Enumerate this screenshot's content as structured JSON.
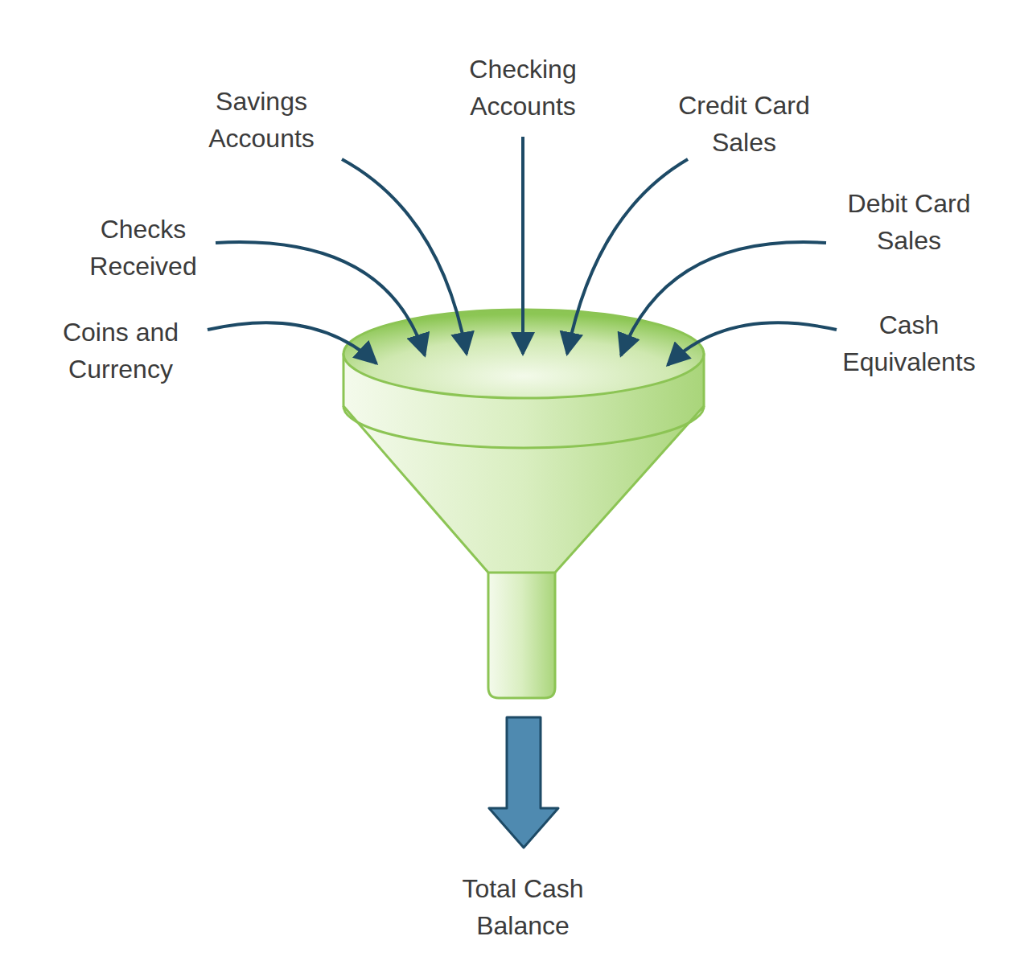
{
  "diagram": {
    "labels": [
      "Checking Accounts",
      "Savings Accounts",
      "Credit Card Sales",
      "Debit Card Sales",
      "Checks Received",
      "Coins and Currency",
      "Cash Equivalents",
      "Total Cash Balance"
    ]
  }
}
